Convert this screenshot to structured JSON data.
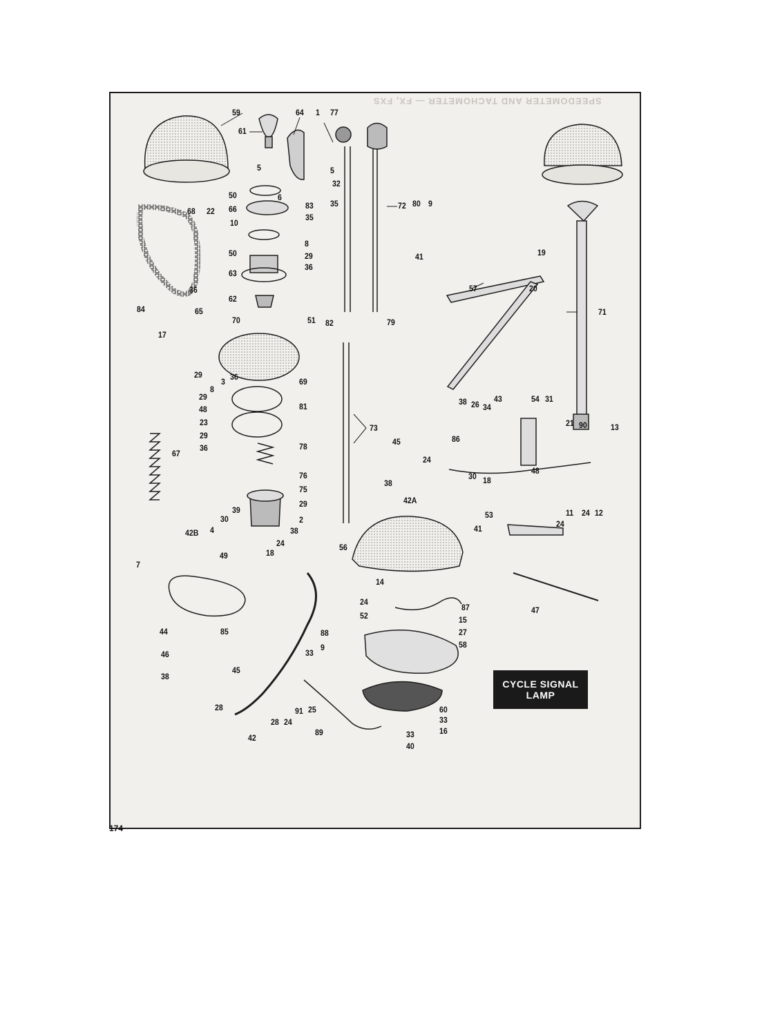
{
  "page_number": "174",
  "diagram_title": {
    "line1": "CYCLE SIGNAL",
    "line2": "LAMP"
  },
  "callouts": [
    "59",
    "61",
    "64",
    "1",
    "77",
    "5",
    "5",
    "32",
    "6",
    "83",
    "35",
    "35",
    "66",
    "50",
    "72",
    "80",
    "9",
    "41",
    "68",
    "22",
    "10",
    "50",
    "8",
    "29",
    "36",
    "63",
    "19",
    "57",
    "20",
    "71",
    "36",
    "84",
    "65",
    "62",
    "51",
    "82",
    "79",
    "70",
    "17",
    "69",
    "29",
    "36",
    "3",
    "8",
    "29",
    "48",
    "23",
    "29",
    "36",
    "81",
    "73",
    "38",
    "26",
    "34",
    "43",
    "54",
    "31",
    "21",
    "90",
    "13",
    "67",
    "78",
    "45",
    "86",
    "24",
    "48",
    "76",
    "38",
    "30",
    "18",
    "75",
    "29",
    "2",
    "42A",
    "11",
    "24",
    "12",
    "39",
    "30",
    "4",
    "38",
    "24",
    "53",
    "24",
    "42B",
    "49",
    "18",
    "41",
    "56",
    "7",
    "47",
    "14",
    "24",
    "87",
    "44",
    "85",
    "52",
    "15",
    "27",
    "58",
    "88",
    "9",
    "46",
    "33",
    "45",
    "38",
    "91",
    "25",
    "28",
    "28",
    "24",
    "42",
    "89",
    "60",
    "33",
    "16",
    "33",
    "40"
  ]
}
